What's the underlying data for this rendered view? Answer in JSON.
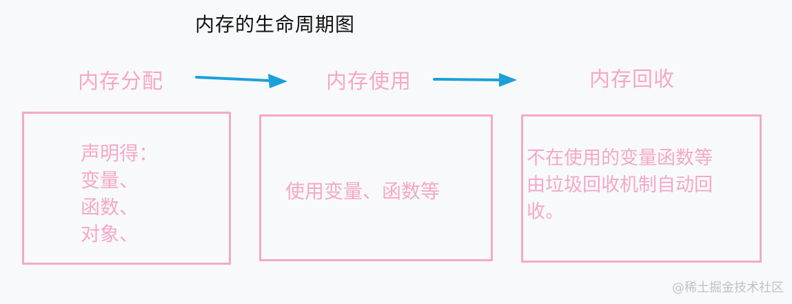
{
  "title": "内存的生命周期图",
  "stages": [
    {
      "label": "内存分配",
      "description": "声明得：\n变量、\n函数、\n对象、"
    },
    {
      "label": "内存使用",
      "description": "使用变量、函数等"
    },
    {
      "label": "内存回收",
      "description": "不在使用的变量函数等\n由垃圾回收机制自动回\n收。"
    }
  ],
  "colors": {
    "label": "#f7a7c4",
    "box_border": "#f4a9c6",
    "arrow": "#1aa0d8",
    "title": "#111111"
  },
  "watermark": "@稀土掘金技术社区"
}
